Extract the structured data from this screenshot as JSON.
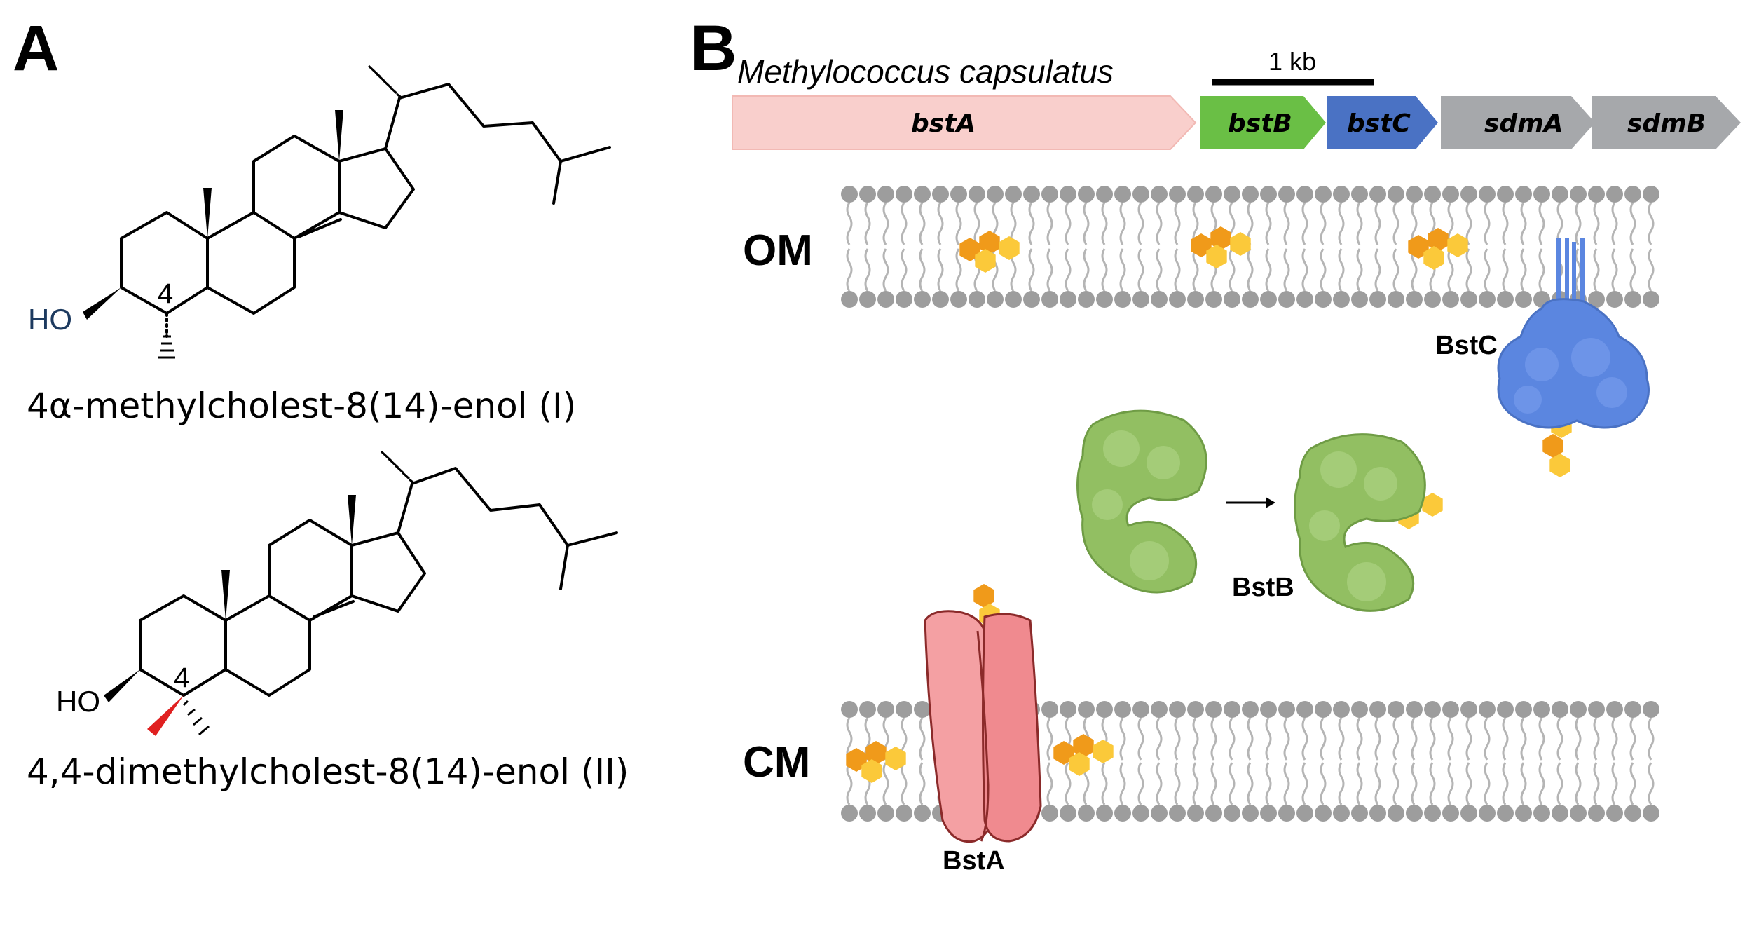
{
  "panel_a": {
    "letter": "A",
    "compound1": {
      "label": "4α-methylcholest-8(14)-enol (I)",
      "ho": "HO",
      "locant": "4"
    },
    "compound2": {
      "label": "4,4-dimethylcholest-8(14)-enol (II)",
      "ho": "HO",
      "locant": "4"
    }
  },
  "panel_b": {
    "letter": "B",
    "organism": "Methylococcus capsulatus",
    "scale_label": "1 kb",
    "genes": [
      {
        "name": "bstA",
        "color": "#f9cfcc"
      },
      {
        "name": "bstB",
        "color": "#6abf45"
      },
      {
        "name": "bstC",
        "color": "#4a72c4"
      },
      {
        "name": "sdmA",
        "color": "#a6a8ab"
      },
      {
        "name": "sdmB",
        "color": "#a6a8ab"
      }
    ],
    "membranes": {
      "outer": "OM",
      "cytoplasmic": "CM"
    },
    "proteins": {
      "bstA": "BstA",
      "bstB": "BstB",
      "bstC": "BstC"
    }
  },
  "colors": {
    "lipid_head": "#9d9d9d",
    "sterol_dark": "#f09a1a",
    "sterol_light": "#fbc93a",
    "stereo_red": "#e02020",
    "bstA_protein": "#f4a0a3",
    "bstB_protein": "#92bf62",
    "bstC_protein": "#5b86e0"
  }
}
